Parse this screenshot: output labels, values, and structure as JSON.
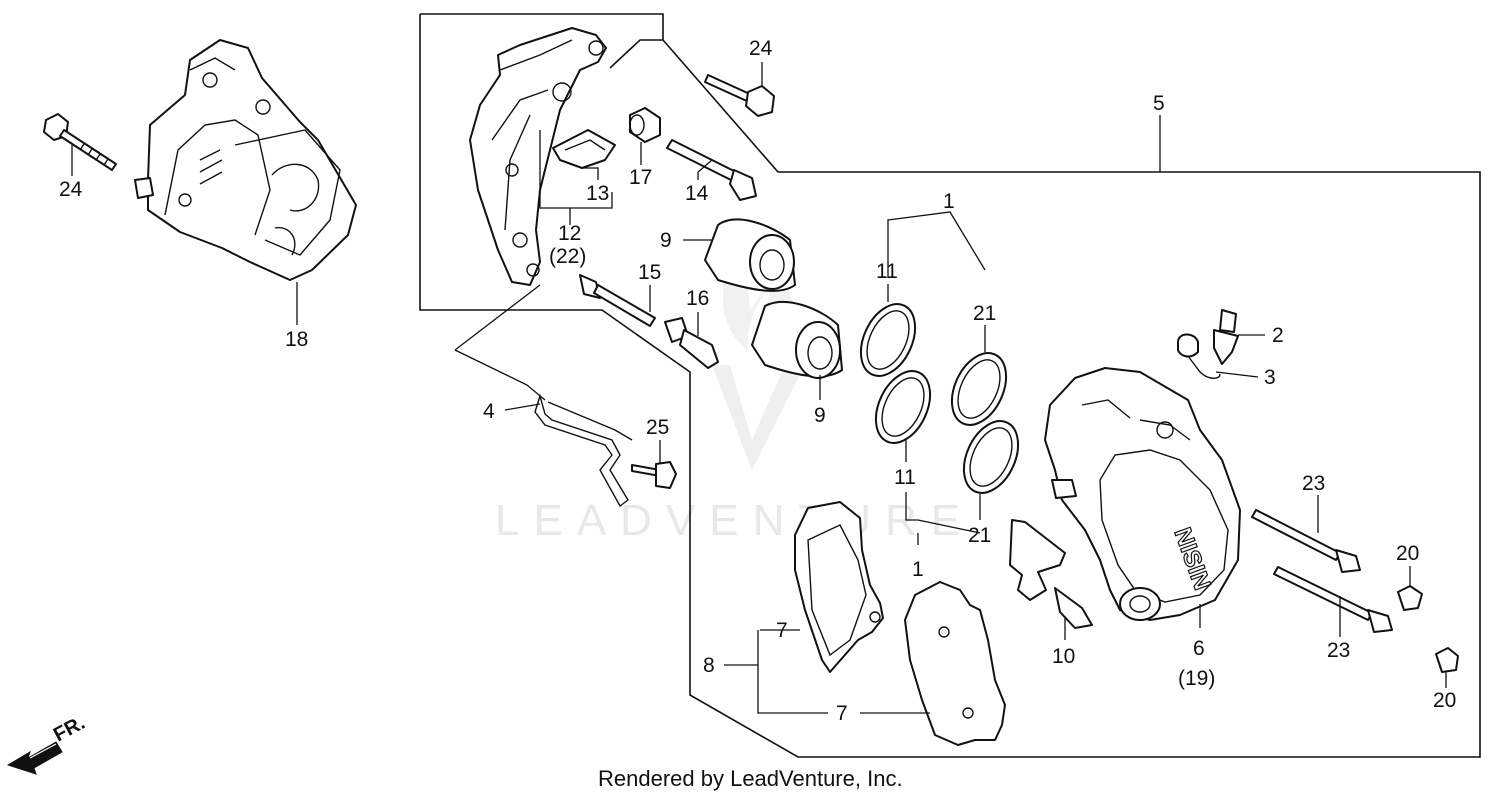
{
  "watermark": {
    "brand": "LEADVENTURE"
  },
  "footer": {
    "credit": "Rendered by LeadVenture, Inc."
  },
  "direction_arrow": {
    "label": "FR."
  },
  "callouts": {
    "c24a": "24",
    "c24b": "24",
    "c18": "18",
    "c12": "12",
    "c22": "(22)",
    "c13": "13",
    "c17": "17",
    "c14": "14",
    "c9a": "9",
    "c9b": "9",
    "c15": "15",
    "c16": "16",
    "c4": "4",
    "c25": "25",
    "c5": "5",
    "c1a": "1",
    "c11a": "11",
    "c21a": "21",
    "c11b": "11",
    "c21b": "21",
    "c1b": "1",
    "c2": "2",
    "c3": "3",
    "c6": "6",
    "c19": "(19)",
    "c10": "10",
    "c23a": "23",
    "c23b": "23",
    "c20a": "20",
    "c20b": "20",
    "c7a": "7",
    "c7b": "7",
    "c8": "8"
  }
}
